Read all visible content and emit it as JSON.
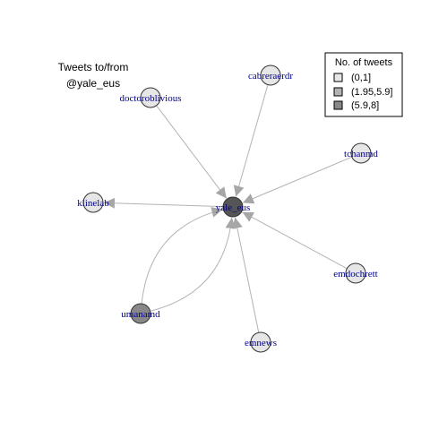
{
  "title": {
    "line1": "Tweets to/from",
    "line2": "@yale_eus"
  },
  "legend": {
    "title": "No. of tweets",
    "items": [
      {
        "label": "(0,1]",
        "color": "#e6e6e6"
      },
      {
        "label": "(1.95,5.9]",
        "color": "#b3b3b3"
      },
      {
        "label": "(5.9,8]",
        "color": "#888888"
      }
    ]
  },
  "colors": {
    "edge": "#b3b3b3",
    "arrow": "#a6a6a6",
    "node_stroke": "#333333",
    "label": "#00008b"
  },
  "nodes": [
    {
      "id": "yale_eus",
      "label": "yale_eus",
      "fill": "#555555"
    },
    {
      "id": "cabreraerdr",
      "label": "cabreraerdr",
      "fill": "#e6e6e6"
    },
    {
      "id": "doctoroblivious",
      "label": "doctoroblivious",
      "fill": "#e6e6e6"
    },
    {
      "id": "tchanmd",
      "label": "tchanmd",
      "fill": "#e6e6e6"
    },
    {
      "id": "klinelab",
      "label": "klinelab",
      "fill": "#e6e6e6"
    },
    {
      "id": "emdochrett",
      "label": "emdochrett",
      "fill": "#e6e6e6"
    },
    {
      "id": "umanamd",
      "label": "umanamd",
      "fill": "#888888"
    },
    {
      "id": "emnews",
      "label": "emnews",
      "fill": "#e6e6e6"
    }
  ],
  "edges": [
    {
      "from": "cabreraerdr",
      "to": "yale_eus"
    },
    {
      "from": "doctoroblivious",
      "to": "yale_eus"
    },
    {
      "from": "tchanmd",
      "to": "yale_eus"
    },
    {
      "from": "yale_eus",
      "to": "klinelab"
    },
    {
      "from": "emdochrett",
      "to": "yale_eus"
    },
    {
      "from": "emnews",
      "to": "yale_eus"
    },
    {
      "from": "umanamd",
      "to": "yale_eus",
      "curve": 1
    },
    {
      "from": "umanamd",
      "to": "yale_eus",
      "curve": -1
    }
  ]
}
